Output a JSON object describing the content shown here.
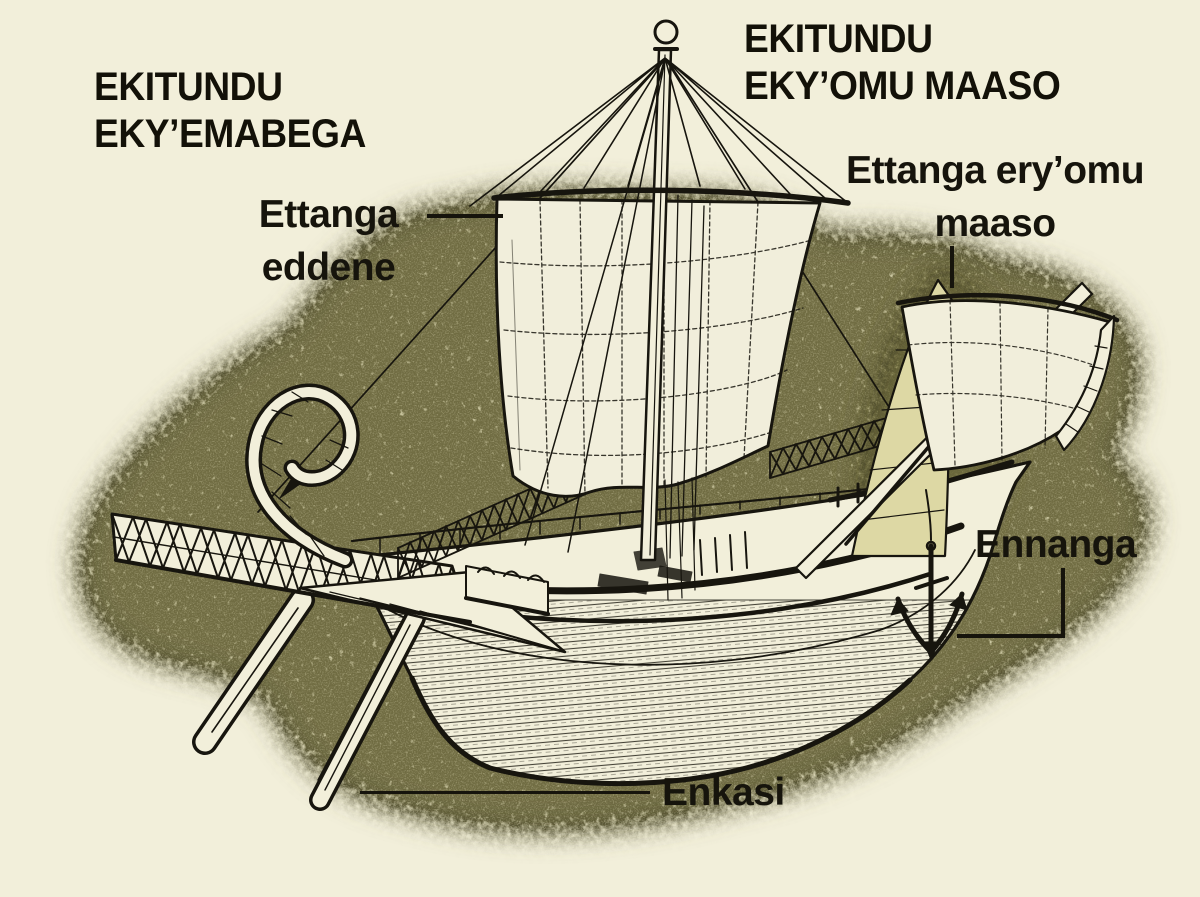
{
  "colors": {
    "background": "#f2efda",
    "ink": "#17150e",
    "halo_shade": "#c9c37b",
    "shaded_sail": "#ddd8a4"
  },
  "headers": {
    "stern_section": {
      "line1": "EKITUNDU",
      "line2": "EKY’EMABEGA"
    },
    "bow_section": {
      "line1": "EKITUNDU",
      "line2": "EKY’OMU MAASO"
    }
  },
  "labels": {
    "main_sail": {
      "line1": "Ettanga",
      "line2": "eddene"
    },
    "fore_sail": {
      "line1": "Ettanga ery’omu",
      "line2": "maaso"
    },
    "anchor": {
      "text": "Ennanga"
    },
    "steering_oar": {
      "text": "Enkasi"
    }
  }
}
